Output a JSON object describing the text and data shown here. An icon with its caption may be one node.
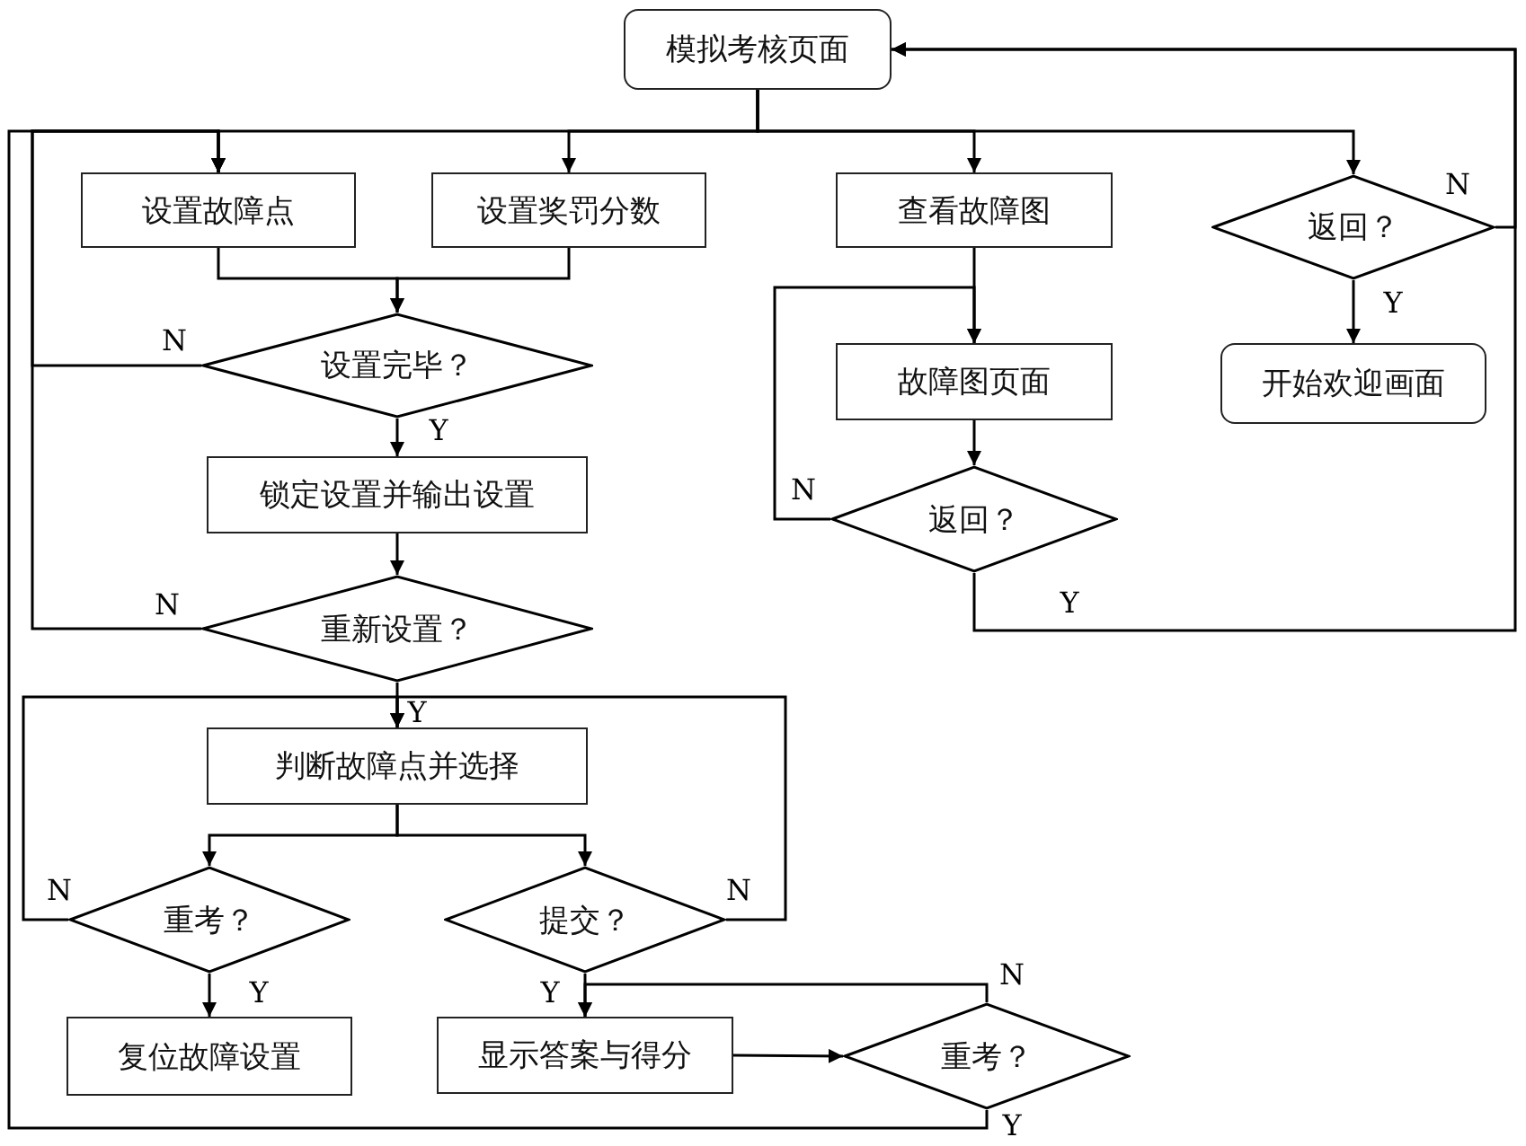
{
  "diagram": {
    "nodes": [
      {
        "text": [
          "模拟考核页面"
        ]
      },
      {
        "text": [
          "设置故障点"
        ]
      },
      {
        "text": [
          "设置奖罚分数"
        ]
      },
      {
        "text": [
          "查看故障图"
        ]
      },
      {
        "text": [
          "返回？"
        ]
      },
      {
        "text": [
          "设置完毕？"
        ]
      },
      {
        "text": [
          "故障图页面"
        ]
      },
      {
        "text": [
          "开始欢迎画面"
        ]
      },
      {
        "text": [
          "锁定设置并输出设置"
        ]
      },
      {
        "text": [
          "返回？"
        ]
      },
      {
        "text": [
          "重新设置？"
        ]
      },
      {
        "text": [
          "判断故障点并选择"
        ]
      },
      {
        "text": [
          "重考？"
        ]
      },
      {
        "text": [
          "提交？"
        ]
      },
      {
        "text": [
          "复位故障设置"
        ]
      },
      {
        "text": [
          "显示答案与得分"
        ]
      },
      {
        "text": [
          "重考？"
        ]
      }
    ],
    "edges": [
      {
        "from": 0,
        "to": 1,
        "arrow": "to"
      },
      {
        "from": 0,
        "to": 2,
        "arrow": "to"
      },
      {
        "from": 0,
        "to": 3,
        "arrow": "to"
      },
      {
        "from": 0,
        "to": 4,
        "arrow": "to"
      },
      {
        "from": 1,
        "to": 5,
        "arrow": "to"
      },
      {
        "from": 2,
        "to": 5,
        "arrow": "to"
      },
      {
        "from": 5,
        "to": 1,
        "arrow": "to",
        "label": "N"
      },
      {
        "from": 5,
        "to": 8,
        "arrow": "to",
        "label": "Y"
      },
      {
        "from": 8,
        "to": 10,
        "arrow": "to"
      },
      {
        "from": 10,
        "to": 1,
        "arrow": "to",
        "label": "N"
      },
      {
        "from": 10,
        "to": 11,
        "arrow": "to",
        "label": "Y"
      },
      {
        "from": 3,
        "to": 6,
        "arrow": "to"
      },
      {
        "from": 6,
        "to": 9,
        "arrow": "to"
      },
      {
        "from": 9,
        "to": 6,
        "arrow": "to",
        "label": "N"
      },
      {
        "from": 9,
        "to": 0,
        "arrow": "to",
        "label": "Y"
      },
      {
        "from": 4,
        "to": 0,
        "arrow": "to",
        "label": "N"
      },
      {
        "from": 4,
        "to": 7,
        "arrow": "to",
        "label": "Y"
      },
      {
        "from": 11,
        "to": 12,
        "arrow": "to"
      },
      {
        "from": 11,
        "to": 13,
        "arrow": "to"
      },
      {
        "from": 12,
        "to": 11,
        "arrow": "to",
        "label": "N"
      },
      {
        "from": 13,
        "to": 11,
        "arrow": "to",
        "label": "N"
      },
      {
        "from": 12,
        "to": 14,
        "arrow": "to",
        "label": "Y"
      },
      {
        "from": 13,
        "to": 15,
        "arrow": "to",
        "label": "Y"
      },
      {
        "from": 15,
        "to": 16,
        "arrow": "to"
      },
      {
        "from": 16,
        "to": 15,
        "arrow": "to",
        "label": "N"
      },
      {
        "from": 16,
        "to": 1,
        "arrow": "to",
        "label": "Y"
      }
    ]
  }
}
